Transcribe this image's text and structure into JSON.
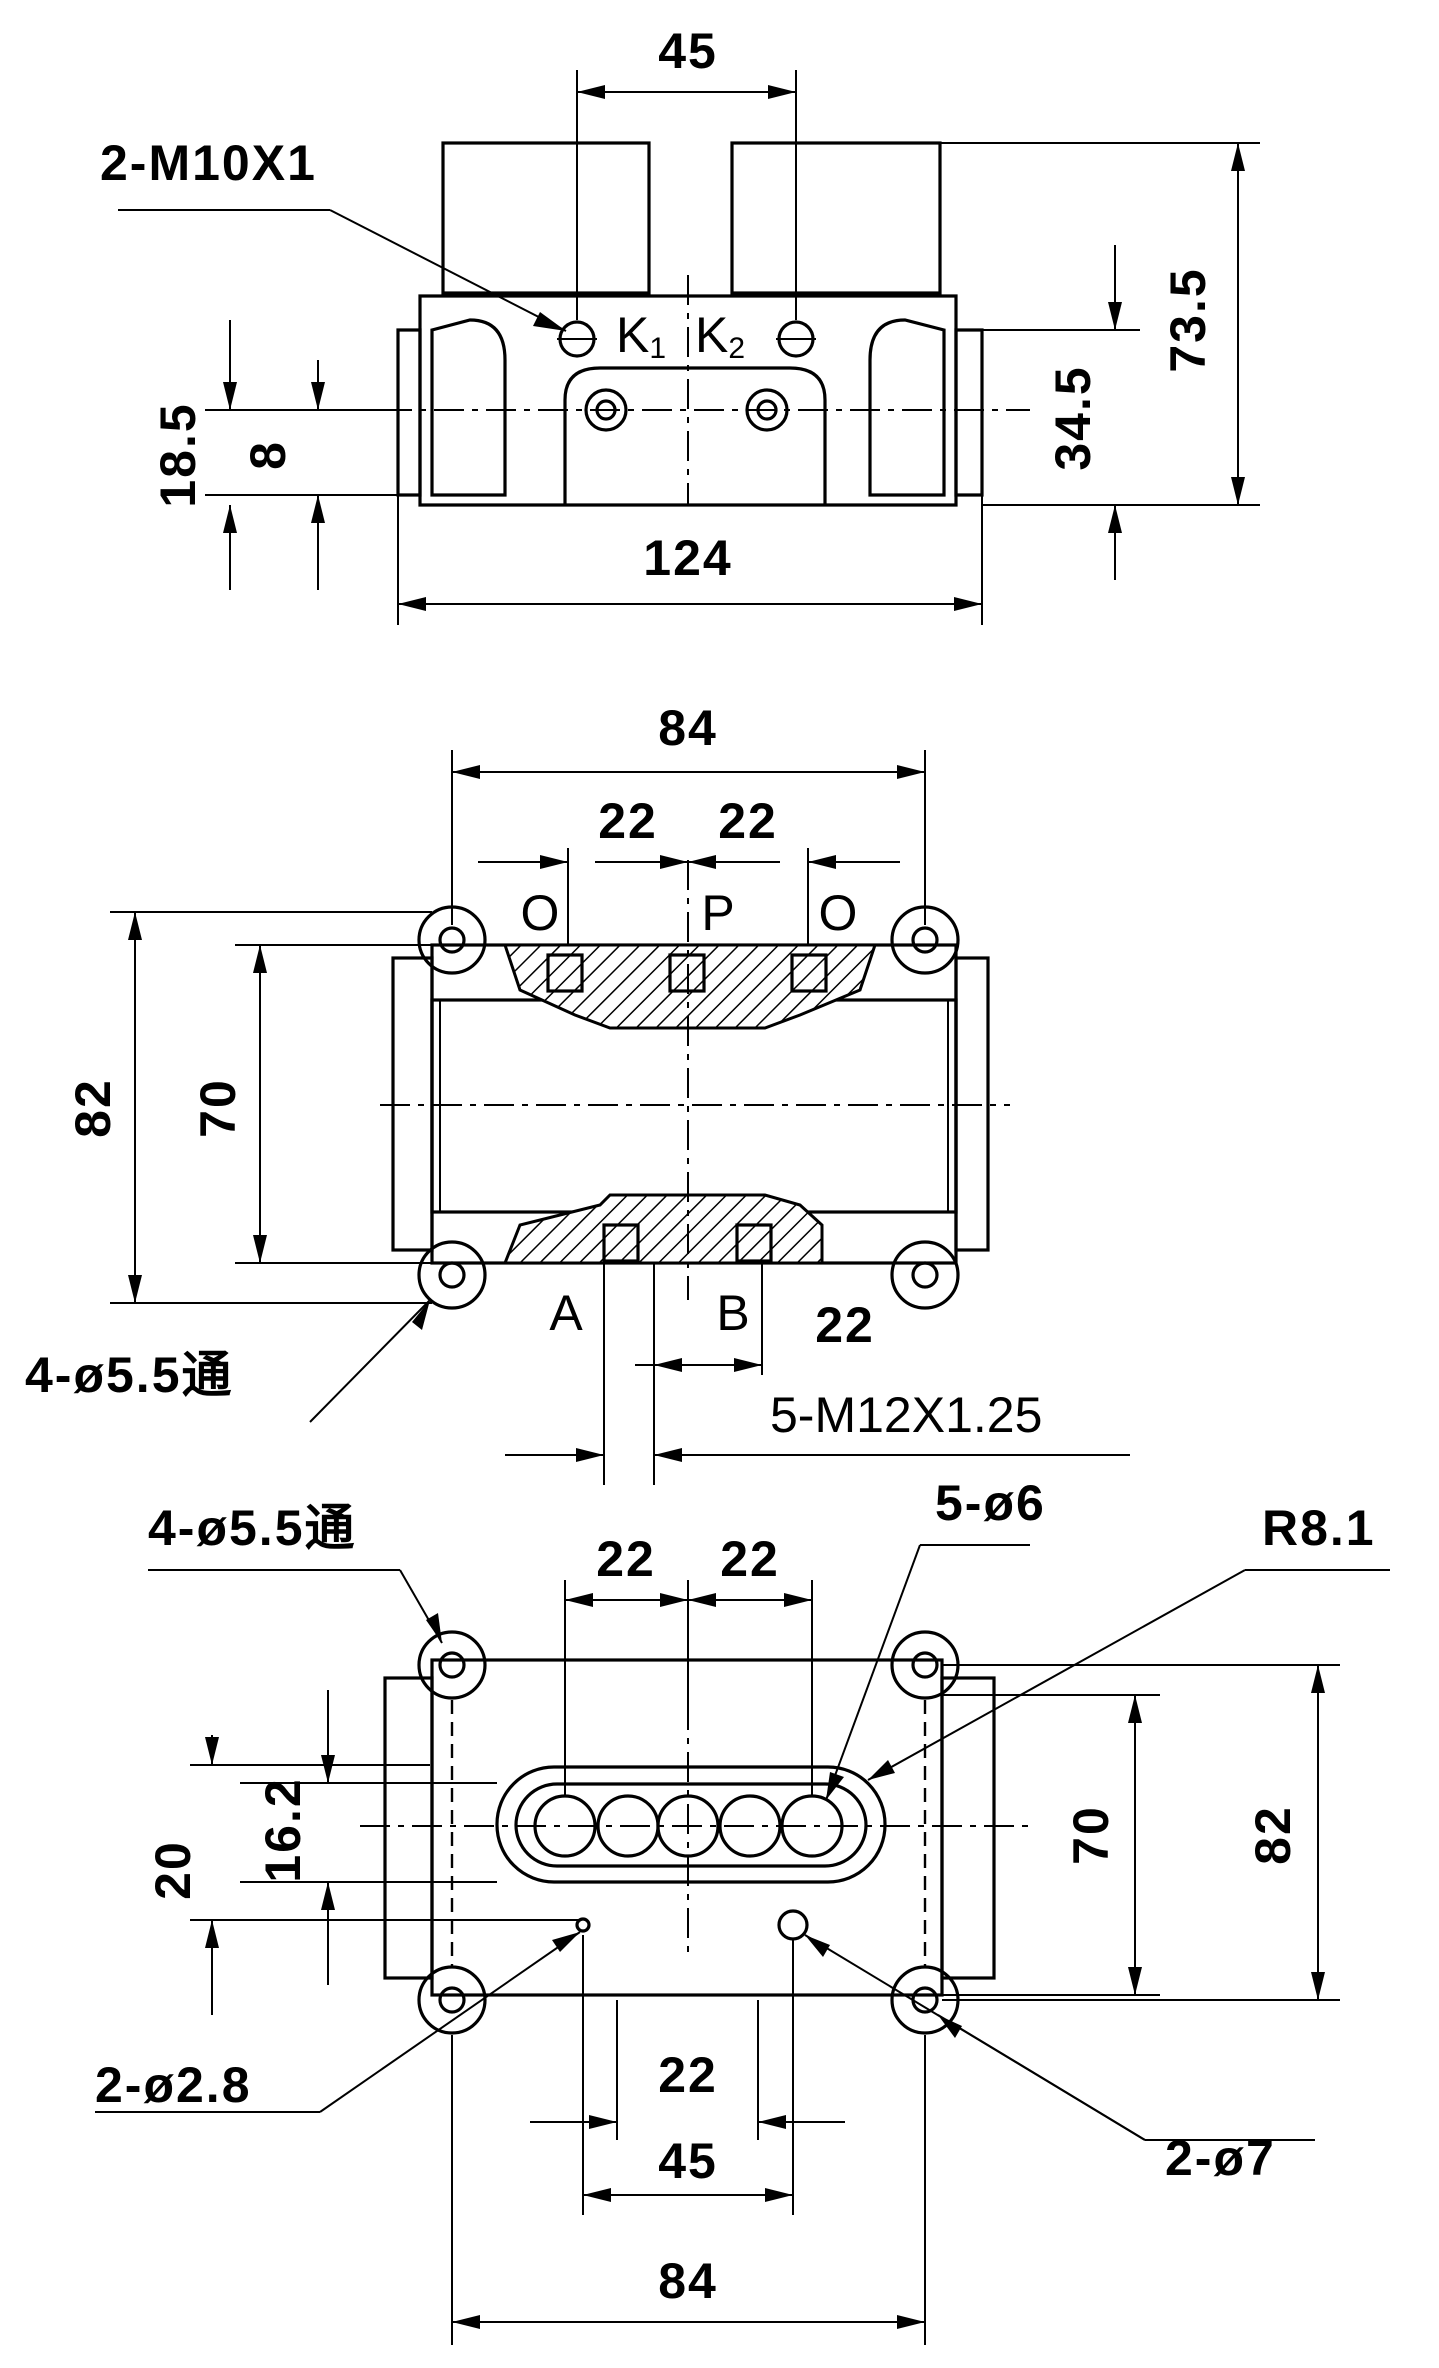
{
  "top_view": {
    "label_thread": "2-M10X1",
    "dim_45": "45",
    "dim_73_5": "73.5",
    "dim_34_5": "34.5",
    "dim_18_5": "18.5",
    "dim_8": "8",
    "dim_124": "124",
    "port_k1": "K",
    "port_k1_sub": "1",
    "port_k2": "K",
    "port_k2_sub": "2"
  },
  "section_view": {
    "dim_84": "84",
    "dim_22_left": "22",
    "dim_22_right": "22",
    "dim_82": "82",
    "dim_70": "70",
    "dim_22_lower": "22",
    "port_o_left": "O",
    "port_p": "P",
    "port_o_right": "O",
    "port_a": "A",
    "port_b": "B",
    "label_holes": "4-ø5.5通",
    "label_threads": "5-M12X1.25"
  },
  "bottom_view": {
    "label_holes": "4-ø5.5通",
    "dim_22_left": "22",
    "dim_22_right": "22",
    "label_5_d6": "5-ø6",
    "label_r8_1": "R8.1",
    "dim_16_2": "16.2",
    "dim_20": "20",
    "dim_70": "70",
    "dim_82": "82",
    "label_2_d2_8": "2-ø2.8",
    "dim_22_bottom": "22",
    "dim_45": "45",
    "dim_84": "84",
    "label_2_d7": "2-ø7"
  }
}
